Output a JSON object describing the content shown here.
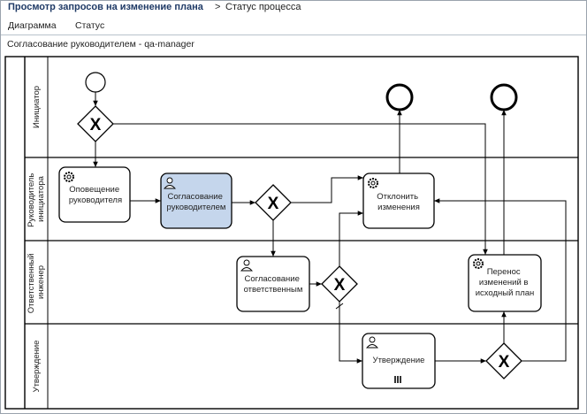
{
  "breadcrumb": {
    "main": "Просмотр запросов на изменение плана",
    "separator": ">",
    "current": "Статус процесса"
  },
  "tabs": [
    {
      "label": "Диаграмма"
    },
    {
      "label": "Статус"
    }
  ],
  "process_title": "Согласование руководителем - qa-manager",
  "lanes": [
    {
      "label_lines": [
        "Инициатор"
      ]
    },
    {
      "label_lines": [
        "Руководитель",
        "инициатора"
      ]
    },
    {
      "label_lines": [
        "Ответственный",
        "инженер"
      ]
    },
    {
      "label_lines": [
        "Утверждение"
      ]
    }
  ],
  "tasks": {
    "notify_manager": {
      "lines": [
        "Оповещение",
        "руководителя"
      ],
      "kind": "gear-icon"
    },
    "manager_approval": {
      "lines": [
        "Согласование",
        "руководителем"
      ],
      "kind": "user-icon",
      "highlight_color": "#c5d6ec"
    },
    "reject_changes": {
      "lines": [
        "Отклонить",
        "изменения"
      ],
      "kind": "gear-icon"
    },
    "responsible_approval": {
      "lines": [
        "Согласование",
        "ответственным"
      ],
      "kind": "user-icon"
    },
    "transfer_changes": {
      "lines": [
        "Перенос",
        "изменений в",
        "исходный план"
      ],
      "kind": "gear-icon"
    },
    "approval": {
      "lines": [
        "Утверждение"
      ],
      "kind": "user-icon",
      "marker": "parallel-multi-instance-icon"
    }
  },
  "gateway_marker": "X",
  "colors": {
    "title": "#1f3a66",
    "active_task": "#c5d6ec",
    "stroke": "#000000"
  }
}
